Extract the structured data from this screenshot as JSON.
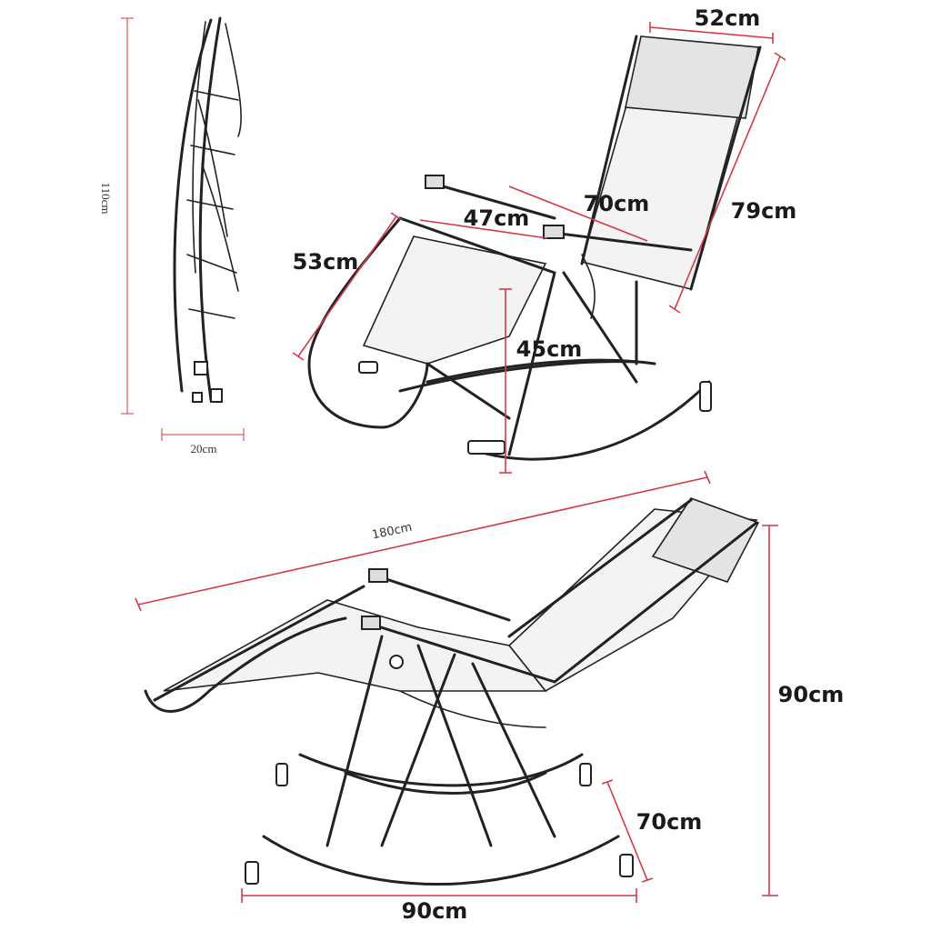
{
  "labels": {
    "folded_height": "110cm",
    "folded_width": "20cm",
    "headrest_width": "52cm",
    "backrest_length": "79cm",
    "seat_between_arms": "70cm",
    "seat_width": "47cm",
    "leg_rest_length": "53cm",
    "seat_height": "45cm",
    "reclined_length": "180cm",
    "reclined_height": "90cm",
    "rocker_height": "70cm",
    "rocker_length": "90cm"
  }
}
